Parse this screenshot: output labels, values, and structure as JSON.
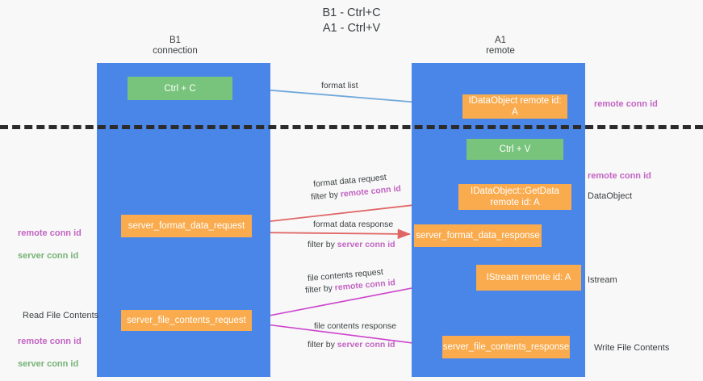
{
  "title": "B1 - Ctrl+C\nA1 - Ctrl+V",
  "columns": {
    "left": "B1\nconnection",
    "right": "A1\nremote"
  },
  "nodes": {
    "ctrl_c": "Ctrl + C",
    "idataobject": "IDataObject\nremote id: A",
    "ctrl_v": "Ctrl + V",
    "getdata": "IDataObject::GetData\nremote id: A",
    "server_format_data_request": "server_format_data_request",
    "server_format_data_response": "server_format_data_response",
    "istream": "IStream\nremote id: A",
    "server_file_contents_request": "server_file_contents_request",
    "server_file_contents_response": "server_file_contents_response"
  },
  "edge_labels": {
    "format_list": "format list",
    "format_data_request": "format data request",
    "format_data_request_filter_prefix": "filter by ",
    "format_data_request_filter_key": "remote conn id",
    "format_data_response": "format data response",
    "format_data_response_filter_prefix": "filter by ",
    "format_data_response_filter_key": "server conn id",
    "file_contents_request": "file contents request",
    "file_contents_request_filter_prefix": "filter by ",
    "file_contents_request_filter_key": "remote conn id",
    "file_contents_response": "file contents response",
    "file_contents_response_filter_prefix": "filter by ",
    "file_contents_response_filter_key": "server conn id"
  },
  "annotations": {
    "remote_conn_id_top": "remote conn id",
    "remote_conn_id_mid": "remote conn id",
    "dataobject": "DataObject",
    "istream": "Istream",
    "write_file_contents": "Write File Contents",
    "read_file_contents": "Read File Contents",
    "remote_conn_id_left_mid": "remote conn id",
    "server_conn_id_left_mid": "server conn id",
    "remote_conn_id_left_bottom": "remote conn id",
    "server_conn_id_left_bottom": "server conn id"
  },
  "colors": {
    "lane": "#4a86e8",
    "node_green": "#78c47c",
    "node_orange": "#f9ab4e",
    "arrow_blue": "#6fa8dc",
    "arrow_red": "#e06666",
    "arrow_magenta": "#cc44cc",
    "arrow_black": "#000000",
    "key_purple": "#c264c2",
    "key_green": "#76b275",
    "divider": "#2b2b2b",
    "background": "#f8f8f8"
  }
}
